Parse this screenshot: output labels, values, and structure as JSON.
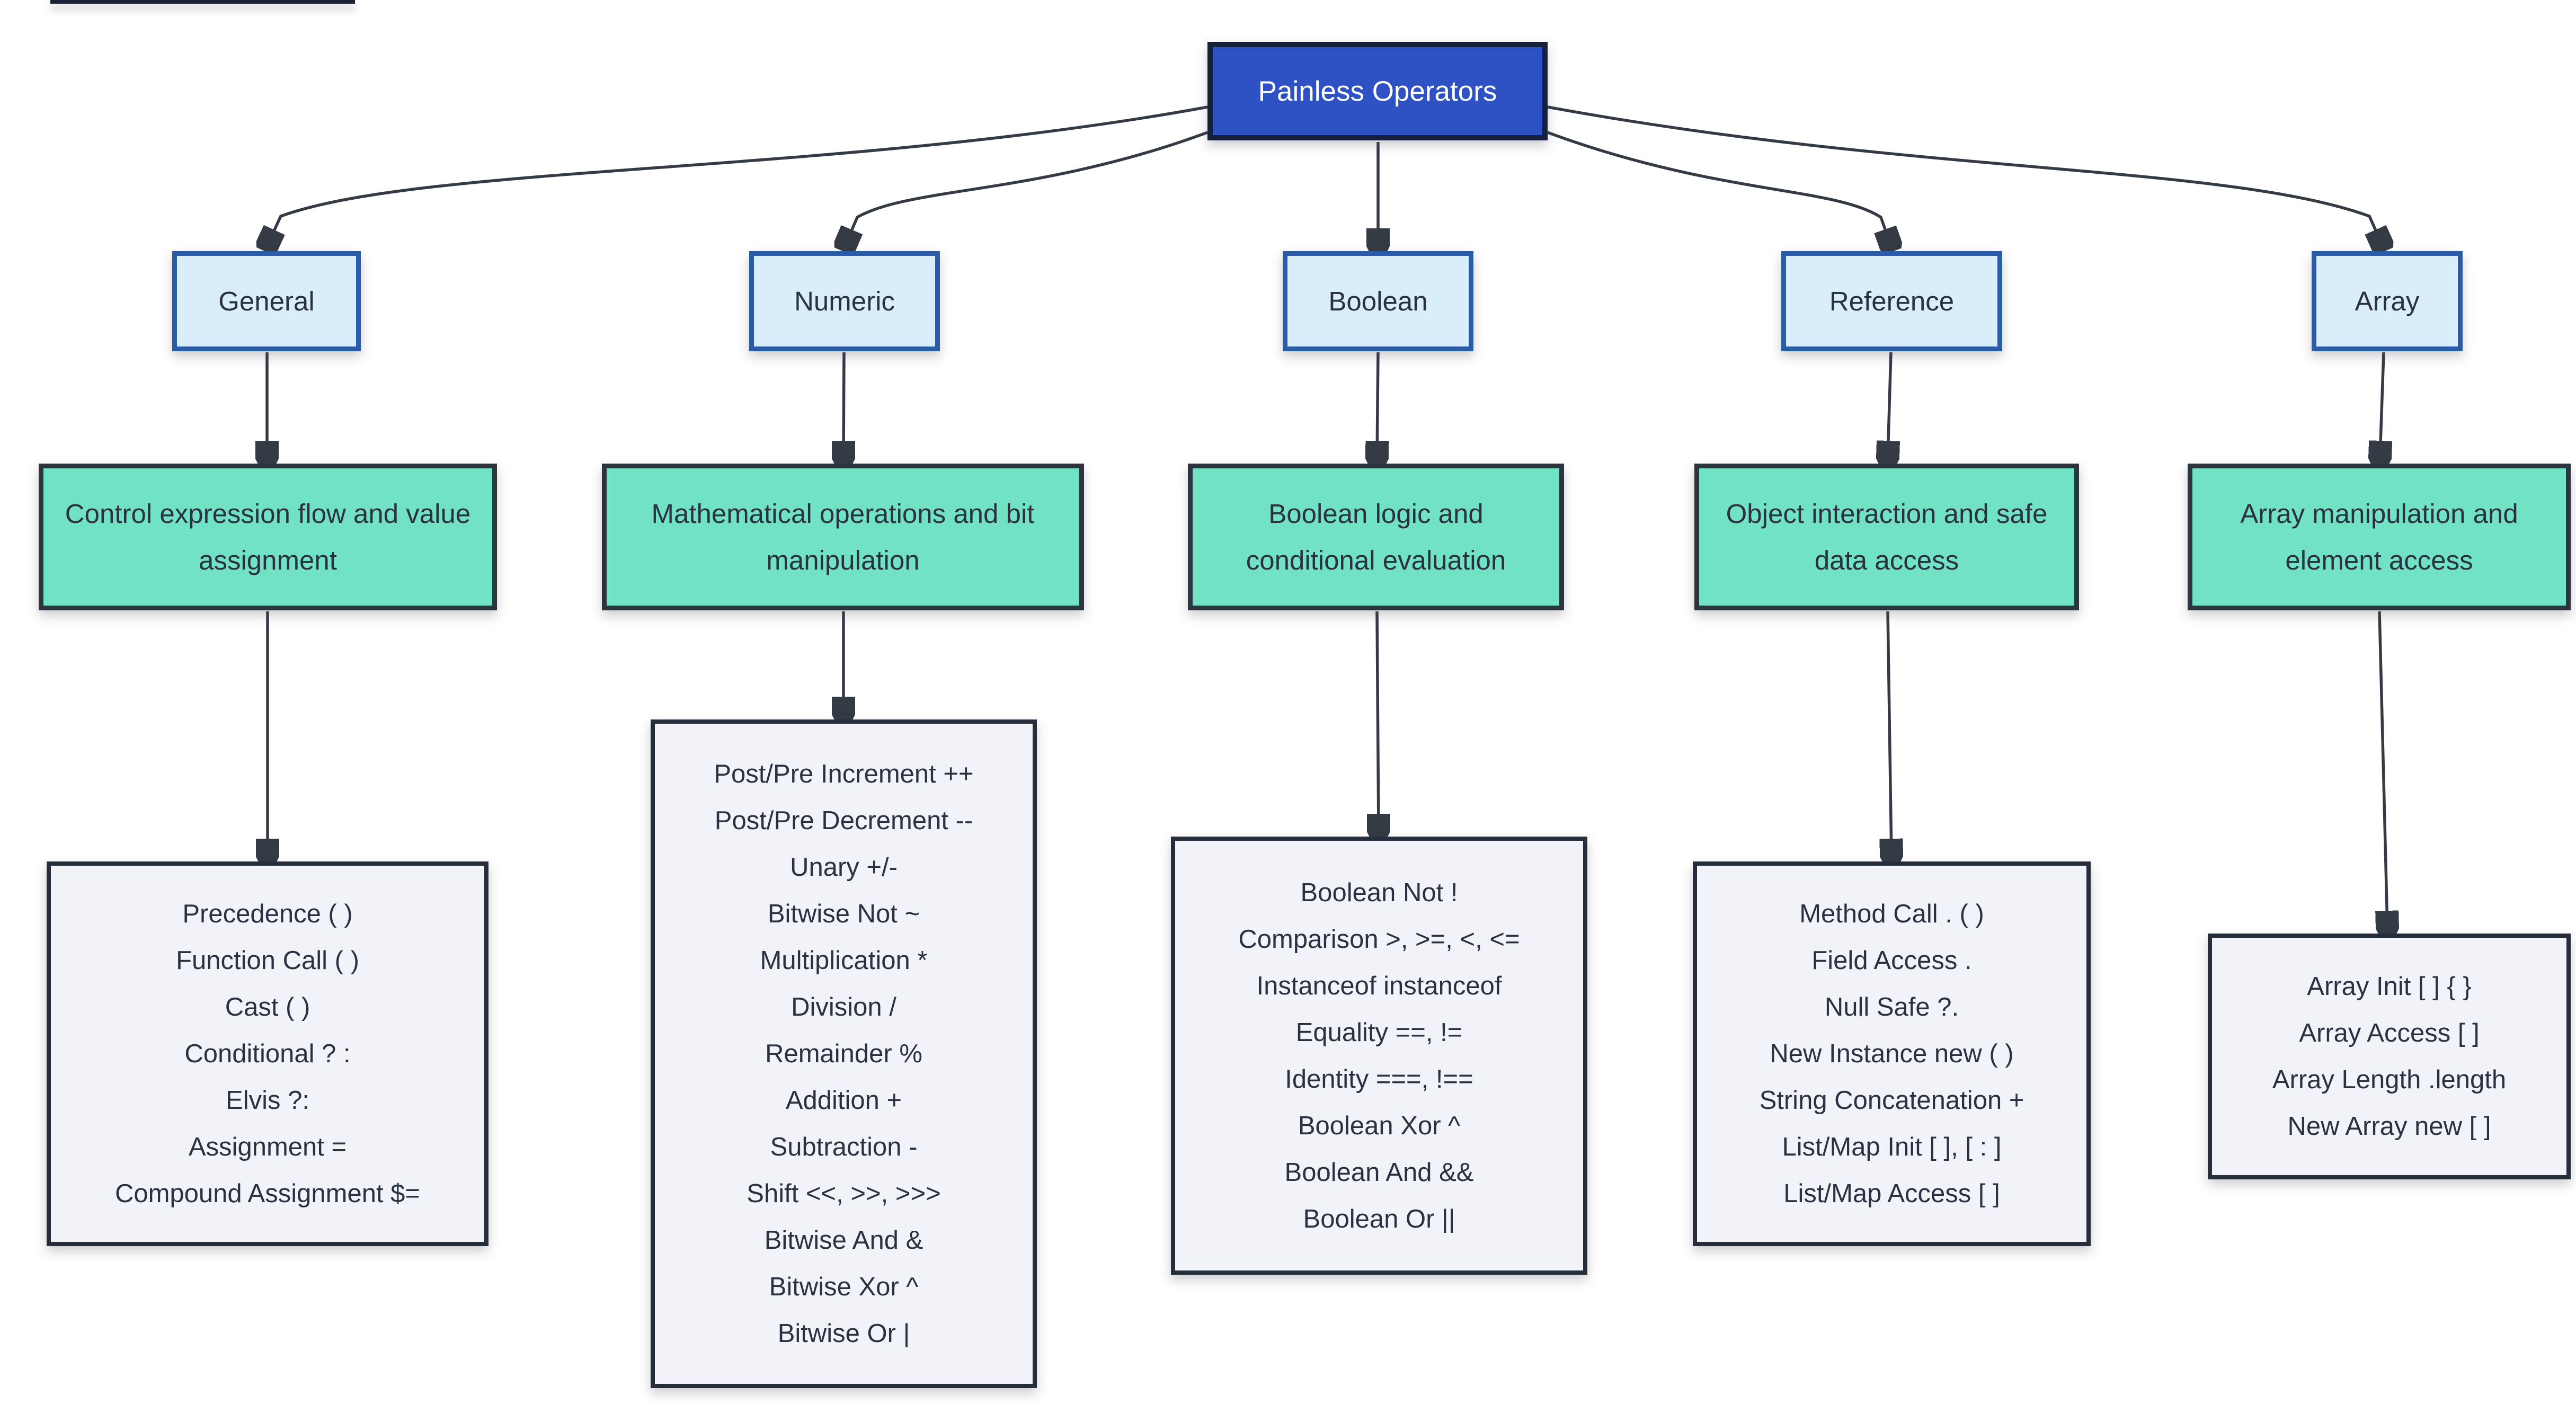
{
  "diagram": {
    "title": "Painless Operators",
    "branches": [
      {
        "category": "General",
        "description": "Control expression flow and value assignment",
        "operators": [
          "Precedence ( )",
          "Function Call ( )",
          "Cast ( )",
          "Conditional ? :",
          "Elvis ?:",
          "Assignment =",
          "Compound Assignment $="
        ]
      },
      {
        "category": "Numeric",
        "description": "Mathematical operations and bit manipulation",
        "operators": [
          "Post/Pre Increment ++",
          "Post/Pre Decrement --",
          "Unary +/-",
          "Bitwise Not ~",
          "Multiplication *",
          "Division /",
          "Remainder %",
          "Addition +",
          "Subtraction -",
          "Shift <<, >>, >>>",
          "Bitwise And &",
          "Bitwise Xor ^",
          "Bitwise Or |"
        ]
      },
      {
        "category": "Boolean",
        "description": "Boolean logic and conditional evaluation",
        "operators": [
          "Boolean Not !",
          "Comparison >, >=, <, <=",
          "Instanceof instanceof",
          "Equality ==, !=",
          "Identity ===, !==",
          "Boolean Xor ^",
          "Boolean And &&",
          "Boolean Or ||"
        ]
      },
      {
        "category": "Reference",
        "description": "Object interaction and safe data access",
        "operators": [
          "Method Call . ( )",
          "Field Access .",
          "Null Safe ?.",
          "New Instance new ( )",
          "String Concatenation +",
          "List/Map Init [ ], [ : ]",
          "List/Map Access [ ]"
        ]
      },
      {
        "category": "Array",
        "description": "Array manipulation and element access",
        "operators": [
          "Array Init [ ] { }",
          "Array Access [ ]",
          "Array Length .length",
          "New Array new [ ]"
        ]
      }
    ],
    "colors": {
      "title_fill": "#2e52c4",
      "title_border": "#16203c",
      "title_text": "#ffffff",
      "category_fill": "#d9edfb",
      "category_border": "#2a5ca8",
      "description_fill": "#71e3c4",
      "description_border": "#2c3440",
      "operators_fill": "#f1f3f8",
      "operators_border": "#262e3c",
      "edge_color": "#343b44",
      "text_color": "#2a3140"
    }
  }
}
